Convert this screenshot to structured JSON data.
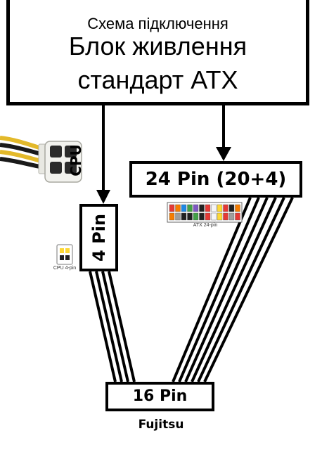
{
  "psu": {
    "line1": "Схема підключення",
    "line2": "Блок живлення",
    "line3": "стандарт ATX"
  },
  "connector_24": {
    "label": "24 Pin (20+4)"
  },
  "connector_4": {
    "label": "4 Pin"
  },
  "connector_16": {
    "label": "16 Pin"
  },
  "cpu": {
    "label": "CPU"
  },
  "brand": {
    "label": "Fujitsu"
  },
  "captions": {
    "atx": "ATX 24-pin",
    "cpu4": "CPU 4-pin"
  },
  "colors": {
    "line": "#000000",
    "wire_yellow": "#e3b92a",
    "wire_black": "#1a1a1a",
    "connector_white": "#f2f2ee",
    "pin_colors_top": [
      "#e53935",
      "#f57c00",
      "#1e88e5",
      "#43a047",
      "#7e57c2",
      "#212121",
      "#e53935",
      "#f5f5f5",
      "#fdd835",
      "#e53935",
      "#212121",
      "#f57c00"
    ],
    "pin_colors_bottom": [
      "#f57c00",
      "#9e9e9e",
      "#212121",
      "#212121",
      "#43a047",
      "#212121",
      "#e53935",
      "#f5f5f5",
      "#fdd835",
      "#e53935",
      "#9e9e9e",
      "#e53935"
    ]
  }
}
